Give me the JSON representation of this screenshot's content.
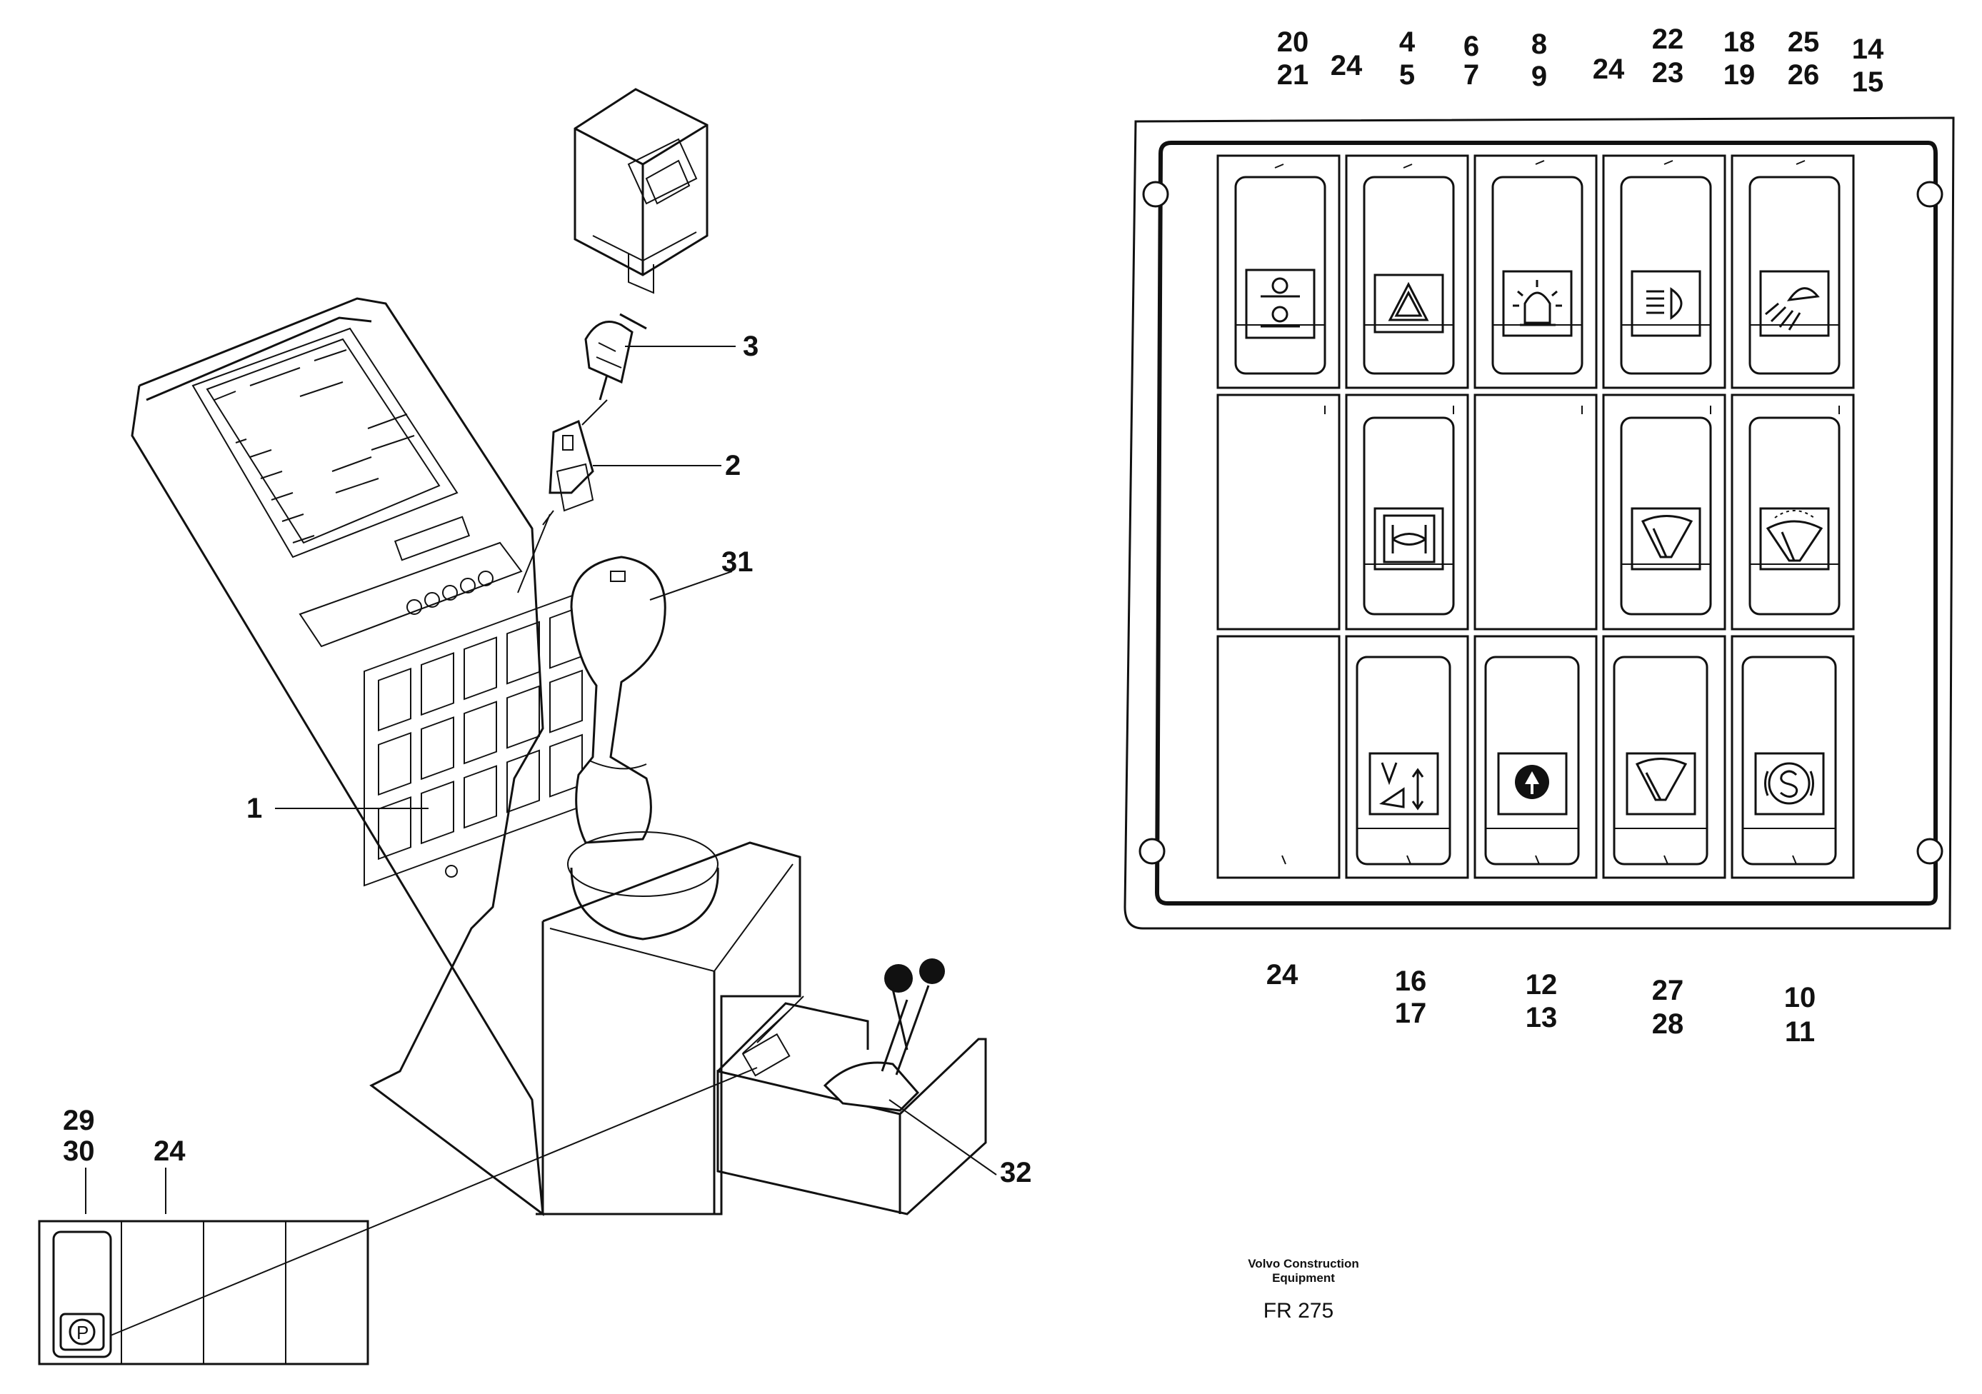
{
  "callouts": {
    "c1": "1",
    "c2": "2",
    "c3": "3",
    "c31": "31",
    "c32": "32",
    "c29": "29",
    "c30": "30",
    "c24a": "24"
  },
  "panel": {
    "top": [
      {
        "a": "20",
        "b": "21"
      },
      {
        "a": "24"
      },
      {
        "a": "4",
        "b": "5"
      },
      {
        "a": "6",
        "b": "7"
      },
      {
        "a": "8",
        "b": "9"
      },
      {
        "a": "24"
      },
      {
        "a": "22",
        "b": "23"
      },
      {
        "a": "18",
        "b": "19"
      },
      {
        "a": "25",
        "b": "26"
      },
      {
        "a": "14",
        "b": "15"
      }
    ],
    "bottom": [
      {
        "a": "24"
      },
      {
        "a": "16",
        "b": "17"
      },
      {
        "a": "12",
        "b": "13"
      },
      {
        "a": "27",
        "b": "28"
      },
      {
        "a": "10",
        "b": "11"
      }
    ],
    "icons": [
      "lift-icon",
      "hazard-icon",
      "beacon-icon",
      "headlight-icon",
      "worklight-icon",
      "axle-lock-icon",
      "rear-wiper-icon",
      "washer-wiper-icon",
      "tilt-icon",
      "hydraulic-icon",
      "wiper-icon",
      "s-brake-icon"
    ]
  },
  "small_panel": {
    "switch_icon": "P"
  },
  "footer": {
    "maker_line1": "Volvo Construction",
    "maker_line2": "Equipment",
    "code": "FR 275"
  }
}
